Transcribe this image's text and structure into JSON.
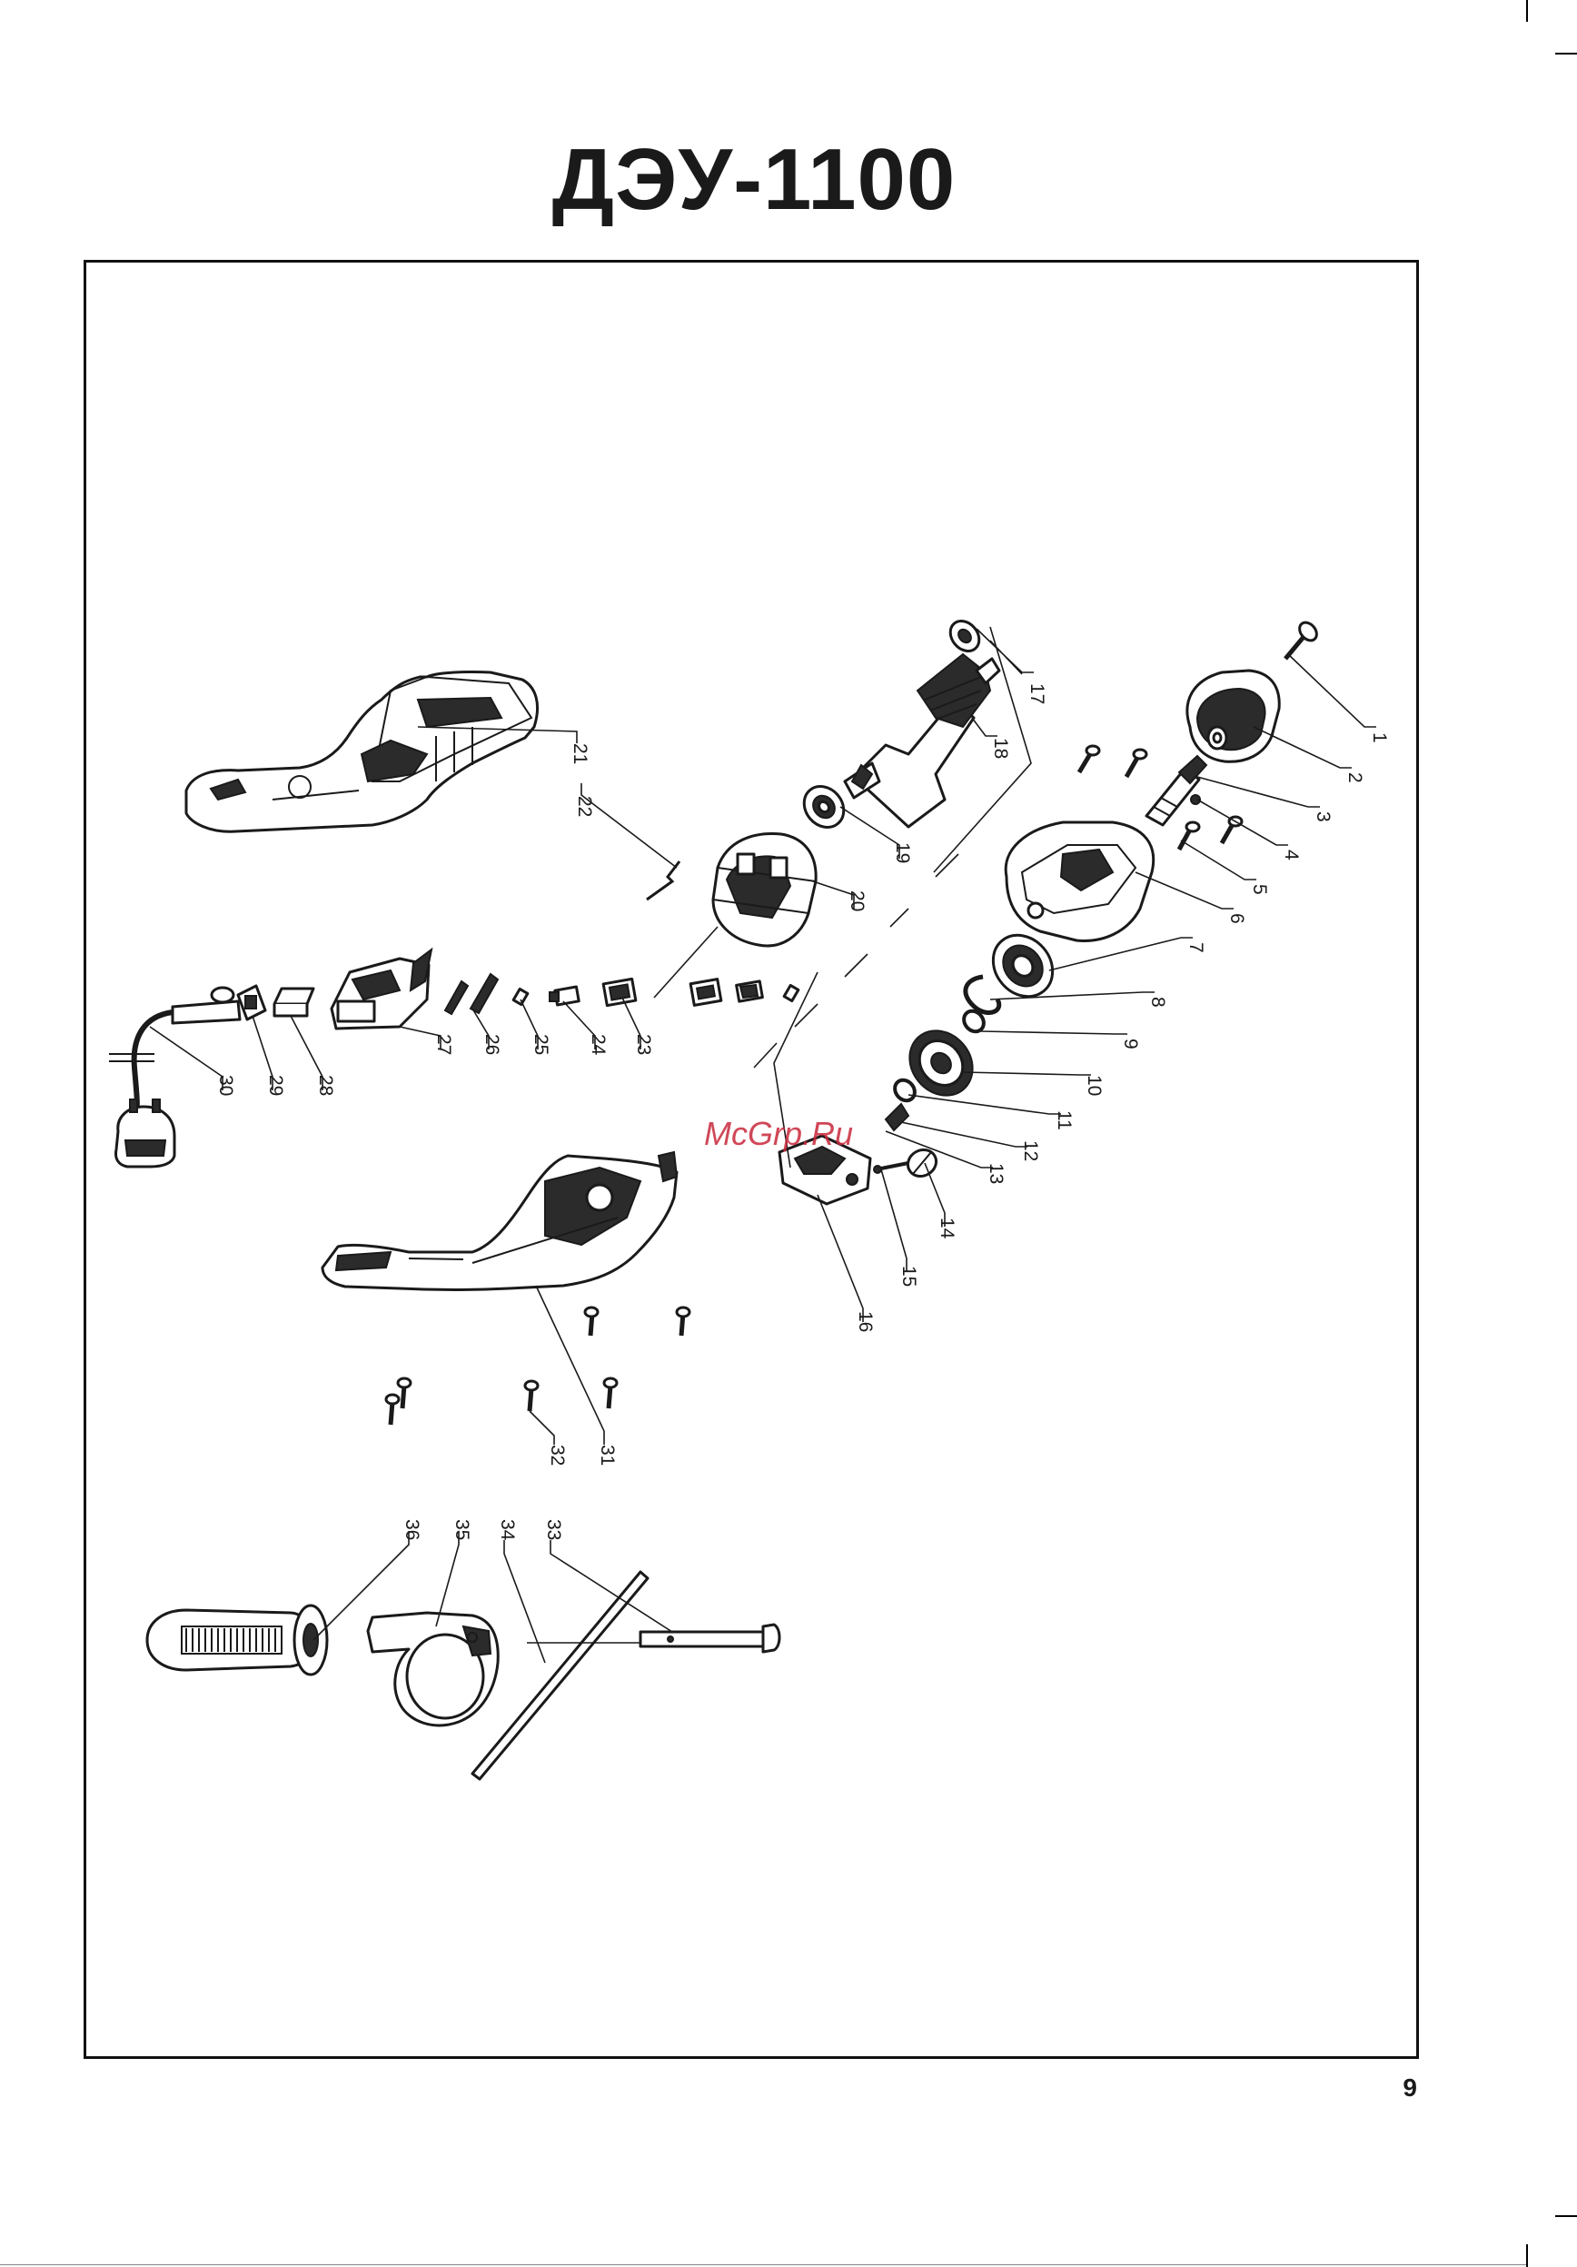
{
  "title": "ДЭУ-1100",
  "page_number": "9",
  "watermark": "McGrp.Ru",
  "callouts": [
    "1",
    "2",
    "3",
    "4",
    "5",
    "6",
    "7",
    "8",
    "9",
    "10",
    "11",
    "12",
    "13",
    "14",
    "15",
    "16",
    "17",
    "18",
    "19",
    "20",
    "21",
    "22",
    "23",
    "24",
    "25",
    "26",
    "27",
    "28",
    "29",
    "30",
    "31",
    "32",
    "33",
    "34",
    "35",
    "36"
  ]
}
